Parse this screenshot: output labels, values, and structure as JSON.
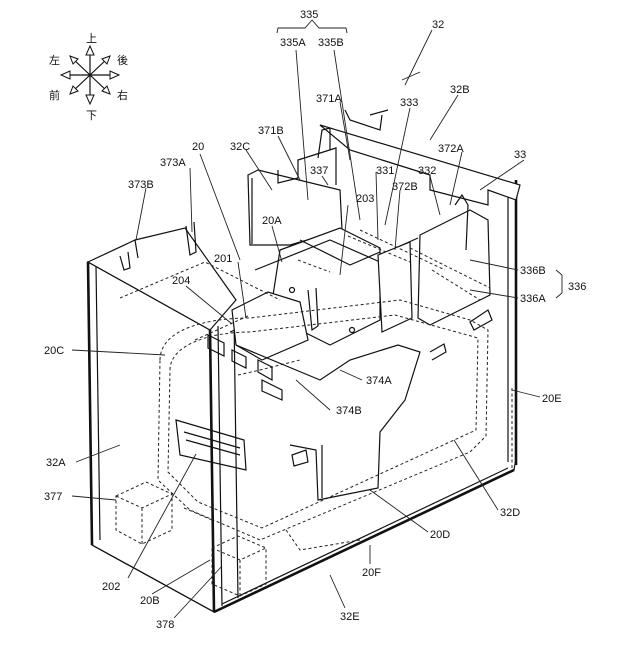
{
  "compass": {
    "up": "上",
    "down": "下",
    "left": "左",
    "right": "右",
    "front": "前",
    "back": "後"
  },
  "labels": {
    "l335": "335",
    "l335A": "335A",
    "l335B": "335B",
    "l32": "32",
    "l333": "333",
    "l32B": "32B",
    "l371A": "371A",
    "l371B": "371B",
    "l32C": "32C",
    "l20": "20",
    "l373A": "373A",
    "l373B": "373B",
    "l337": "337",
    "l331": "331",
    "l332": "332",
    "l372A": "372A",
    "l372B": "372B",
    "l33": "33",
    "l203": "203",
    "l20A": "20A",
    "l201": "201",
    "l204": "204",
    "l336B": "336B",
    "l336": "336",
    "l336A": "336A",
    "l20C": "20C",
    "l374A": "374A",
    "l374B": "374B",
    "l20E": "20E",
    "l32A": "32A",
    "l377": "377",
    "l32D": "32D",
    "l20D": "20D",
    "l202": "202",
    "l20B": "20B",
    "l20F": "20F",
    "l378": "378",
    "l32E": "32E"
  }
}
